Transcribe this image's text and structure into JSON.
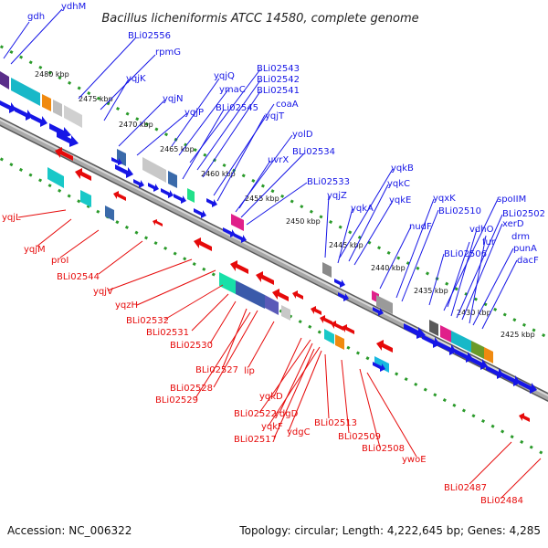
{
  "title": "Bacillus licheniformis ATCC 14580, complete genome",
  "footer": {
    "accession": "Accession: NC_006322",
    "summary": "Topology: circular; Length: 4,222,645 bp; Genes: 4,285"
  },
  "colors": {
    "forward": "#1616e6",
    "reverse": "#e60a0a",
    "backbone": "#8a8a8a",
    "ticks": "#2a9a2a"
  },
  "kbp_labels": [
    "2480 kbp",
    "2475 kbp",
    "2470 kbp",
    "2465 kbp",
    "2460 kbp",
    "2455 kbp",
    "2450 kbp",
    "2445 kbp",
    "2440 kbp",
    "2435 kbp",
    "2430 kbp",
    "2425 kbp"
  ],
  "forward_labels": [
    "gdh",
    "ydhM",
    "BLi02556",
    "rpmG",
    "yqjK",
    "yqjQ",
    "ymaC",
    "BLi02543",
    "BLi02542",
    "BLi02541",
    "yqjN",
    "yqjP",
    "BLi02545",
    "coaA",
    "yqjT",
    "yolD",
    "BLi02534",
    "uvrX",
    "BLi02533",
    "yqjZ",
    "yqkB",
    "yqkC",
    "yqkA",
    "yqkE",
    "nudF",
    "yqxK",
    "BLi02510",
    "spoIIM",
    "vdhO",
    "BLi02502",
    "xerD",
    "fur",
    "BLi02506",
    "drm",
    "punA",
    "dacF"
  ],
  "reverse_labels": [
    "yqjL",
    "yqjM",
    "proI",
    "BLi02544",
    "yqjV",
    "yqzH",
    "BLi02532",
    "BLi02531",
    "BLi02530",
    "BLi02527",
    "lip",
    "BLi02528",
    "BLi02529",
    "yqkD",
    "BLi02522",
    "ydgD",
    "yqkF",
    "ydgC",
    "BLi02517",
    "BLi02513",
    "BLi02509",
    "BLi02508",
    "ywoE",
    "BLi02487",
    "BLi02484"
  ]
}
